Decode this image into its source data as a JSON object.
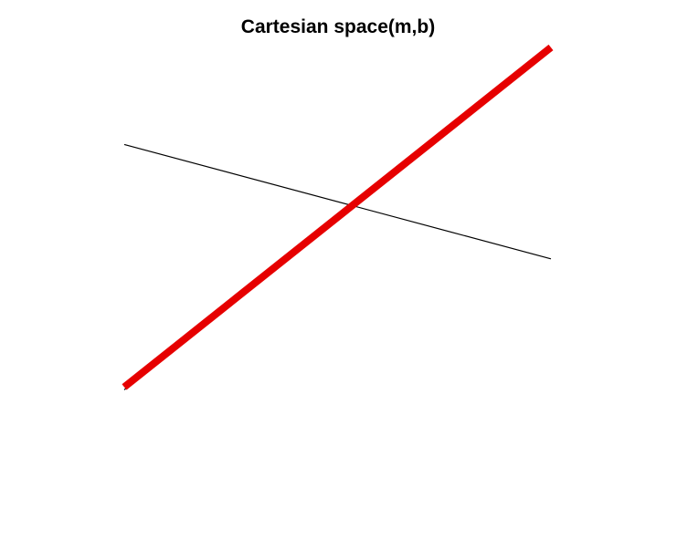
{
  "chart_data": {
    "type": "line",
    "title": "Cartesian space(m,b)",
    "xlabel": "",
    "ylabel": "",
    "axes_visible": false,
    "grid": false,
    "legend": "none",
    "xlim": [
      0,
      1
    ],
    "ylim": [
      0,
      1
    ],
    "series": [
      {
        "color": "#000000",
        "line_style": "thin",
        "x": [
          0,
          1
        ],
        "y": [
          0.72,
          0.39
        ]
      },
      {
        "color": "#e60000",
        "line_style": "thick",
        "x": [
          0,
          1
        ],
        "y": [
          0.02,
          1.0
        ]
      }
    ]
  }
}
